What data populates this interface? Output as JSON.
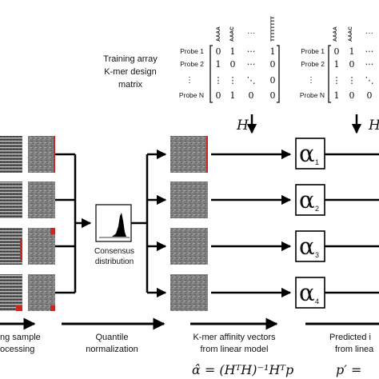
{
  "matrix_label": [
    "Training array",
    "K-mer design",
    "matrix"
  ],
  "matrix1": {
    "columns": [
      "AAAA",
      "AAAC",
      "···",
      "TTTTTTTT"
    ],
    "rows": [
      {
        "label": "Probe 1",
        "cells": [
          "0",
          "1",
          "···",
          "1"
        ]
      },
      {
        "label": "Probe 2",
        "cells": [
          "1",
          "0",
          "···",
          "0"
        ]
      },
      {
        "label": "⋮",
        "cells": [
          "⋮",
          "⋮",
          "⋱",
          "0"
        ]
      },
      {
        "label": "Probe N",
        "cells": [
          "0",
          "1",
          "0",
          "0"
        ]
      }
    ]
  },
  "matrix2": {
    "columns": [
      "AAAA",
      "AAAC",
      "···"
    ],
    "rows": [
      {
        "label": "Probe 1",
        "cells": [
          "0",
          "1",
          "···"
        ]
      },
      {
        "label": "Probe 2",
        "cells": [
          "1",
          "0",
          "···"
        ]
      },
      {
        "label": "⋮",
        "cells": [
          "⋮",
          "⋮",
          "⋱"
        ]
      },
      {
        "label": "Probe N",
        "cells": [
          "1",
          "0",
          "0"
        ]
      }
    ]
  },
  "h_label": "H",
  "consensus_label": [
    "Consensus",
    "distribution"
  ],
  "alphas": [
    "1",
    "2",
    "3",
    "4"
  ],
  "alpha_symbol": "α",
  "bottom": {
    "step1": [
      "ng sample",
      "ocessing"
    ],
    "step2": [
      "Quantile",
      "normalization"
    ],
    "step3": [
      "K-mer affinity vectors",
      "from linear model"
    ],
    "step4": [
      "Predicted i",
      "from linea"
    ]
  },
  "equation": "α̂ = (HᵀH)⁻¹Hᵀp",
  "equation2": "p′ ="
}
